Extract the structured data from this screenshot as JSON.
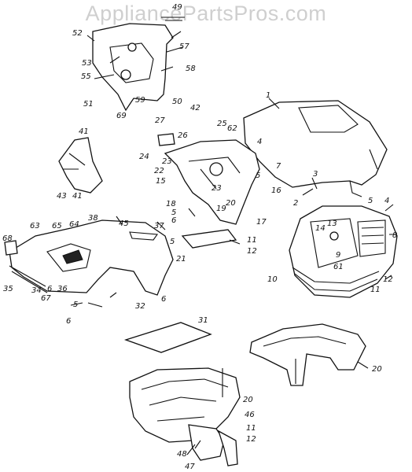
{
  "watermark": "AppliancePartsPros.com",
  "callouts": [
    {
      "id": "c49",
      "text": "49"
    },
    {
      "id": "c52",
      "text": "52"
    },
    {
      "id": "c57",
      "text": "57"
    },
    {
      "id": "c53",
      "text": "53"
    },
    {
      "id": "c55",
      "text": "55"
    },
    {
      "id": "c58",
      "text": "58"
    },
    {
      "id": "c51",
      "text": "51"
    },
    {
      "id": "c59",
      "text": "59"
    },
    {
      "id": "c50",
      "text": "50"
    },
    {
      "id": "c69",
      "text": "69"
    },
    {
      "id": "c1",
      "text": "1"
    },
    {
      "id": "c42",
      "text": "42"
    },
    {
      "id": "c27",
      "text": "27"
    },
    {
      "id": "c26",
      "text": "26"
    },
    {
      "id": "c25",
      "text": "25"
    },
    {
      "id": "c62",
      "text": "62"
    },
    {
      "id": "c24",
      "text": "24"
    },
    {
      "id": "c23a",
      "text": "23"
    },
    {
      "id": "c22",
      "text": "22"
    },
    {
      "id": "c15",
      "text": "15"
    },
    {
      "id": "c23b",
      "text": "23"
    },
    {
      "id": "c4a",
      "text": "4"
    },
    {
      "id": "c7",
      "text": "7"
    },
    {
      "id": "c5a",
      "text": "5"
    },
    {
      "id": "c3",
      "text": "3"
    },
    {
      "id": "c16",
      "text": "16"
    },
    {
      "id": "c2",
      "text": "2"
    },
    {
      "id": "c41a",
      "text": "41"
    },
    {
      "id": "c43",
      "text": "43"
    },
    {
      "id": "c41b",
      "text": "41"
    },
    {
      "id": "c18",
      "text": "18"
    },
    {
      "id": "c5b",
      "text": "5"
    },
    {
      "id": "c6a",
      "text": "6"
    },
    {
      "id": "c20a",
      "text": "20"
    },
    {
      "id": "c19",
      "text": "19"
    },
    {
      "id": "c17",
      "text": "17"
    },
    {
      "id": "c38",
      "text": "38"
    },
    {
      "id": "c45",
      "text": "45"
    },
    {
      "id": "c37",
      "text": "37"
    },
    {
      "id": "c63",
      "text": "63"
    },
    {
      "id": "c65",
      "text": "65"
    },
    {
      "id": "c64",
      "text": "64"
    },
    {
      "id": "c68",
      "text": "68"
    },
    {
      "id": "c5c",
      "text": "5"
    },
    {
      "id": "c11a",
      "text": "11"
    },
    {
      "id": "c12a",
      "text": "12"
    },
    {
      "id": "c21",
      "text": "21"
    },
    {
      "id": "c35",
      "text": "35"
    },
    {
      "id": "c36",
      "text": "36"
    },
    {
      "id": "c34",
      "text": "34"
    },
    {
      "id": "c67",
      "text": "67"
    },
    {
      "id": "c6b",
      "text": "6"
    },
    {
      "id": "c32",
      "text": "32"
    },
    {
      "id": "c5d",
      "text": "5"
    },
    {
      "id": "c6c",
      "text": "6"
    },
    {
      "id": "c6d",
      "text": "6"
    },
    {
      "id": "c5e",
      "text": "5"
    },
    {
      "id": "c4b",
      "text": "4"
    },
    {
      "id": "c14",
      "text": "14"
    },
    {
      "id": "c13",
      "text": "13"
    },
    {
      "id": "c8",
      "text": "8"
    },
    {
      "id": "c9",
      "text": "9"
    },
    {
      "id": "c61",
      "text": "61"
    },
    {
      "id": "c10",
      "text": "10"
    },
    {
      "id": "c12b",
      "text": "12"
    },
    {
      "id": "c11b",
      "text": "11"
    },
    {
      "id": "c31",
      "text": "31"
    },
    {
      "id": "c20b",
      "text": "20"
    },
    {
      "id": "c20c",
      "text": "20"
    },
    {
      "id": "c46",
      "text": "46"
    },
    {
      "id": "c11c",
      "text": "11"
    },
    {
      "id": "c12c",
      "text": "12"
    },
    {
      "id": "c48",
      "text": "48"
    },
    {
      "id": "c47",
      "text": "47"
    }
  ]
}
